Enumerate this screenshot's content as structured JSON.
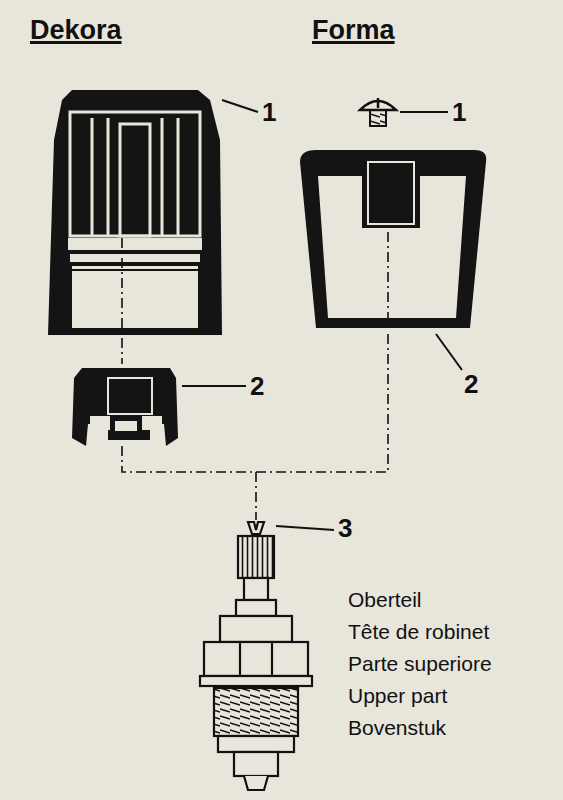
{
  "diagram": {
    "labels": [
      "Dekora",
      "Forma",
      "1",
      "2",
      "1",
      "2",
      "3",
      "Oberteil",
      "Tête de robinet",
      "Parte superiore",
      "Upper part",
      "Bovenstuk"
    ]
  }
}
